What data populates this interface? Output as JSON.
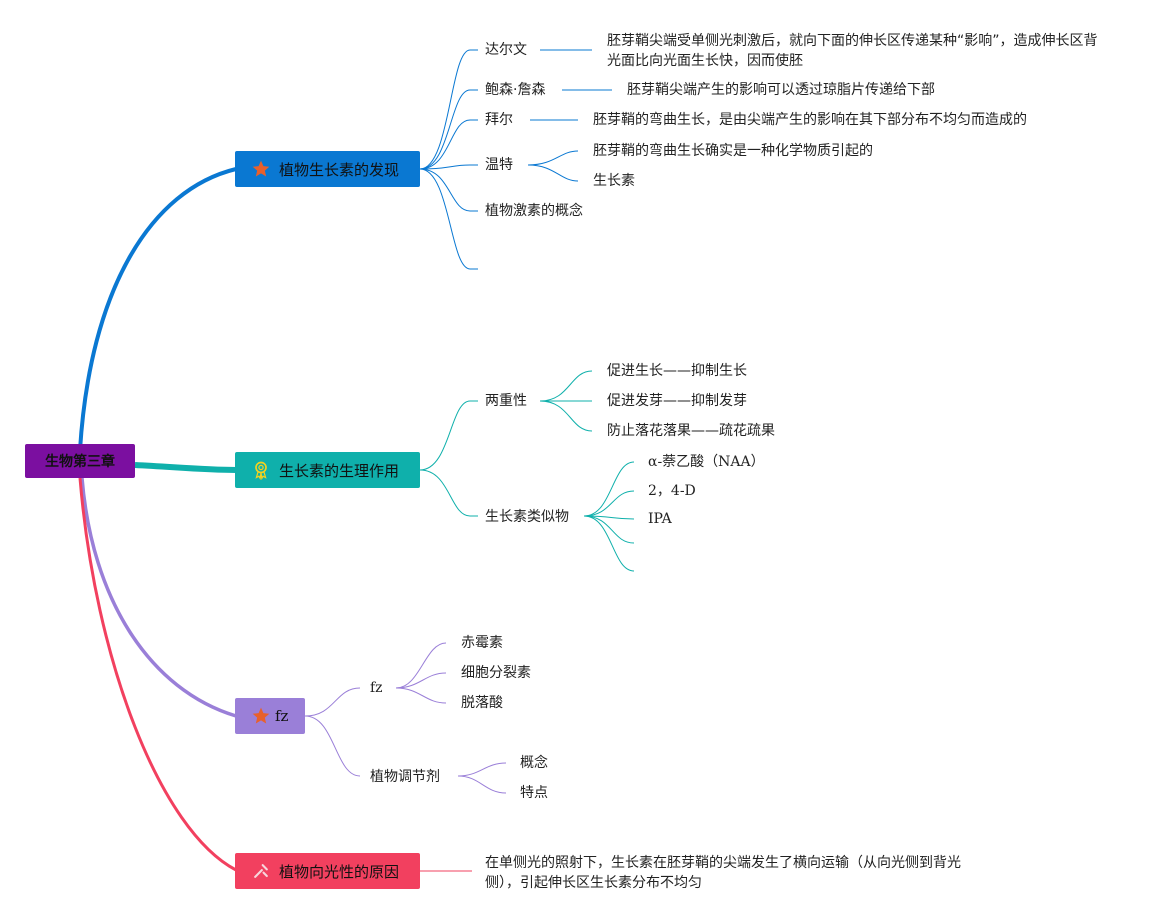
{
  "colors": {
    "root": "#7b0fa0",
    "branch1": "#0a78d2",
    "branch2": "#0fb0ab",
    "branch3": "#9a7fd8",
    "branch4": "#f2405f",
    "star": "#e8602c",
    "badge": "#f4d21f"
  },
  "root": {
    "label": "生物第三章"
  },
  "topics": {
    "discovery": {
      "label": "植物生长素的发现",
      "icon": "star-icon",
      "children": {
        "darwin": {
          "label": "达尔文",
          "note": "胚芽鞘尖端受单侧光刺激后，就向下面的伸长区传递某种“影响”，造成伸长区背光面比向光面生长快，因而使胚"
        },
        "boysen": {
          "label": "鲍森·詹森",
          "note": "胚芽鞘尖端产生的影响可以透过琼脂片传递给下部"
        },
        "paal": {
          "label": "拜尔",
          "note": "胚芽鞘的弯曲生长，是由尖端产生的影响在其下部分布不均匀而造成的"
        },
        "went": {
          "label": "温特",
          "notes": [
            "胚芽鞘的弯曲生长确实是一种化学物质引起的",
            "生长素"
          ]
        },
        "concept": {
          "label": "植物激素的概念"
        }
      }
    },
    "physio": {
      "label": "生长素的生理作用",
      "icon": "award-icon",
      "children": {
        "duality": {
          "label": "两重性",
          "items": [
            "促进生长——抑制生长",
            "促进发芽——抑制发芽",
            "防止落花落果——疏花疏果"
          ]
        },
        "analogs": {
          "label": "生长素类似物",
          "items": [
            "α-萘乙酸（NAA）",
            "2，4-D",
            "IPA"
          ]
        }
      }
    },
    "fz": {
      "label": "fz",
      "icon": "star-icon",
      "children": {
        "fz_sub": {
          "label": "fz",
          "items": [
            "赤霉素",
            "细胞分裂素",
            "脱落酸"
          ]
        },
        "regulator": {
          "label": "植物调节剂",
          "items": [
            "概念",
            "特点"
          ]
        }
      }
    },
    "phototropism": {
      "label": "植物向光性的原因",
      "icon": "tools-icon",
      "note": "在单侧光的照射下，生长素在胚芽鞘的尖端发生了横向运输（从向光侧到背光侧），引起伸长区生长素分布不均匀"
    }
  }
}
